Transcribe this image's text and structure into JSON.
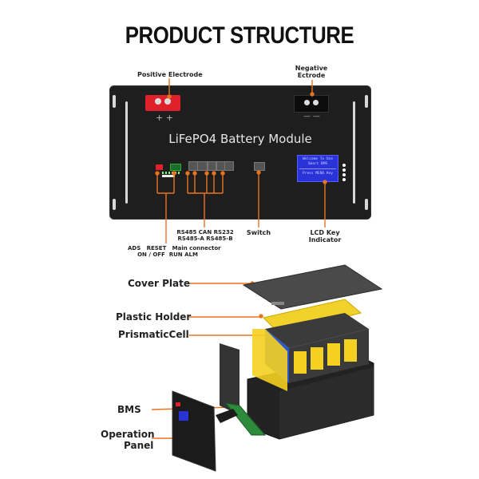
{
  "title": "PRODUCT STRUCTURE",
  "front_panel": {
    "module_name": "LiFePO4 Battery Module",
    "positive_label": "Positive Electrode",
    "positive_symbols": "+ +",
    "negative_label_line1": "Negative",
    "negative_label_line2": "Ectrode",
    "negative_symbols": "— —",
    "lcd_line1": "Welcome To Use",
    "lcd_line2": "Smart BMS",
    "lcd_line3": "Press MENU Key",
    "callouts": {
      "ports_line1": "RS485 CAN RS232",
      "ports_line2": "RS485-A RS485-B",
      "switch": "Switch",
      "lcd_line1": "LCD Key",
      "lcd_line2": "Indicator",
      "controls_line1": "ADS   RESET   Main connector",
      "controls_line2": "ON / OFF  RUN ALM"
    }
  },
  "exploded_view": {
    "labels": [
      {
        "id": "cover-plate",
        "text": "Cover Plate"
      },
      {
        "id": "plastic-holder",
        "text": "Plastic Holder"
      },
      {
        "id": "prismatic-cell",
        "text": "PrismaticCell"
      },
      {
        "id": "bms",
        "text": "BMS"
      },
      {
        "id": "operation-panel-1",
        "text": "Operation"
      },
      {
        "id": "operation-panel-2",
        "text": "Panel"
      }
    ]
  },
  "colors": {
    "accent": "#e8731e",
    "panel": "#1e1e1e",
    "positive": "#e0212b",
    "lcd": "#2a33d8",
    "cell_yellow": "#f4d020",
    "cell_blue": "#2a56d6"
  }
}
